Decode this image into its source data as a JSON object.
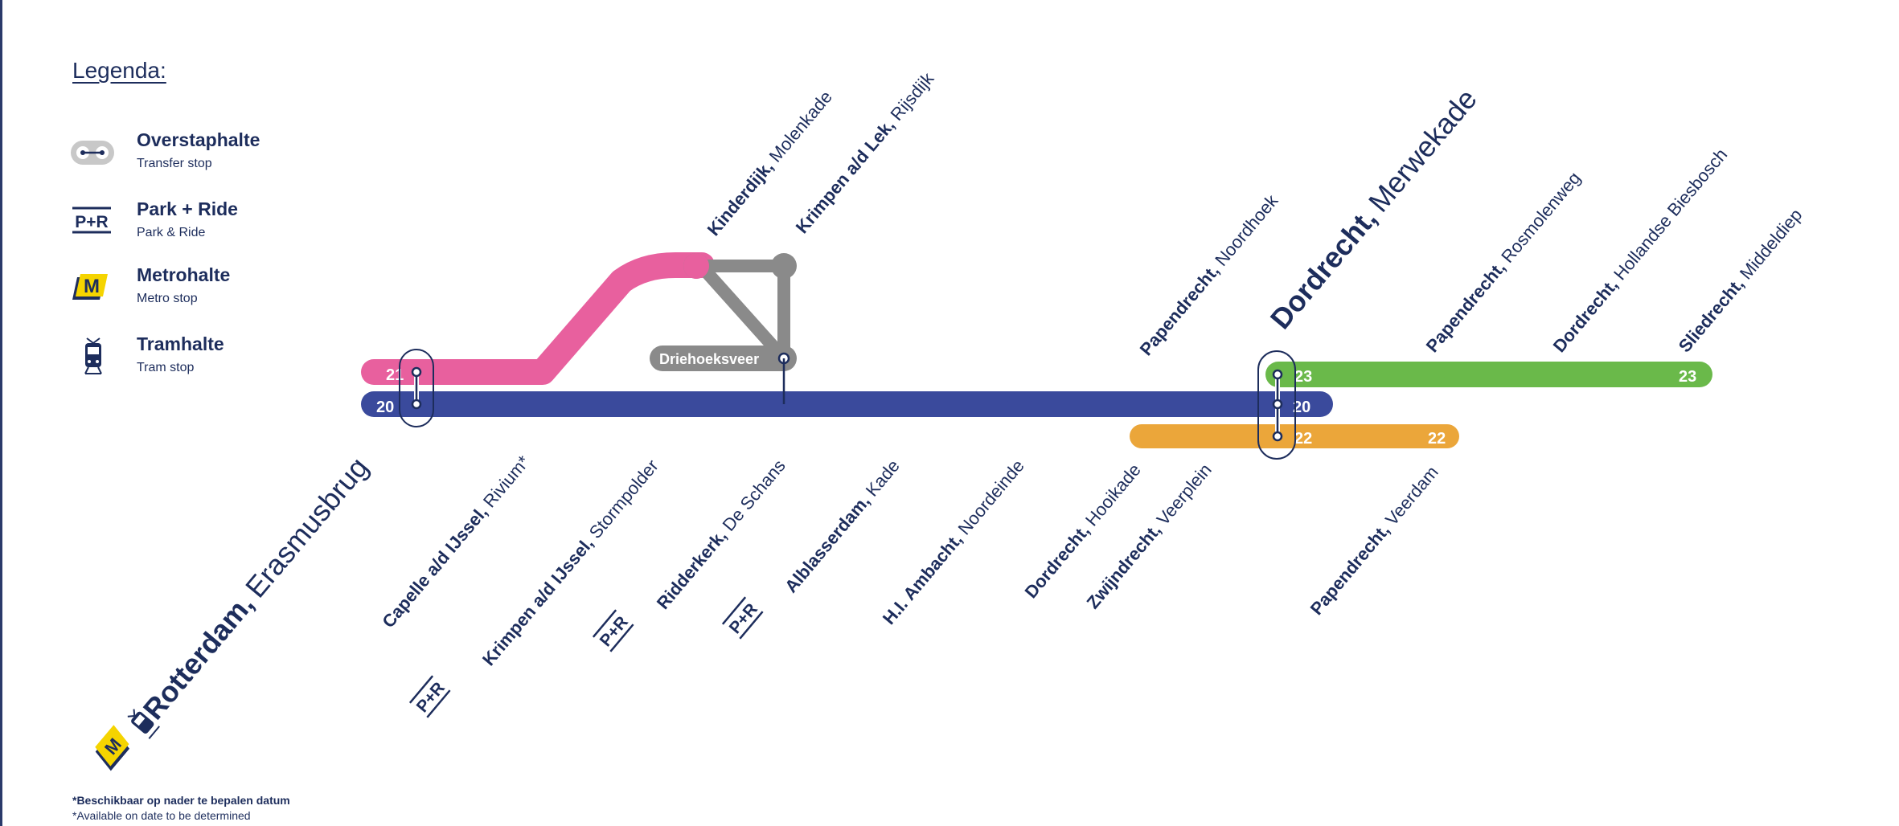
{
  "legend": {
    "title": "Legenda:",
    "items": [
      {
        "nl": "Overstaphalte",
        "en": "Transfer stop",
        "icon": "transfer-stop-icon"
      },
      {
        "nl": "Park + Ride",
        "en": "Park & Ride",
        "icon": "park-ride-icon"
      },
      {
        "nl": "Metrohalte",
        "en": "Metro stop",
        "icon": "metro-icon"
      },
      {
        "nl": "Tramhalte",
        "en": "Tram stop",
        "icon": "tram-icon"
      }
    ]
  },
  "pr_badge": "P+R",
  "metro_letter": "M",
  "colors": {
    "navy": "#1d2d5c",
    "line20": "#3a4a9c",
    "line21": "#e8609e",
    "line22": "#eba63a",
    "line23": "#6ab94a",
    "ferry": "#8a8a8a",
    "metro": "#f5d400",
    "transfer_grey": "#c8c8c8"
  },
  "lines": {
    "l20": "20",
    "l21": "21",
    "l22": "22",
    "l23": "23"
  },
  "driehoeksveer": "Driehoeksveer",
  "stations": {
    "rotterdam": {
      "place": "Rotterdam,",
      "stop": "Erasmusbrug"
    },
    "capelle": {
      "place": "Capelle a/d IJssel,",
      "stop": "Rivium*"
    },
    "krimpen_stormpolder": {
      "place": "Krimpen a/d IJssel,",
      "stop": "Stormpolder"
    },
    "ridderkerk": {
      "place": "Ridderkerk,",
      "stop": "De Schans"
    },
    "alblasserdam": {
      "place": "Alblasserdam,",
      "stop": "Kade"
    },
    "hi_ambacht": {
      "place": "H.I. Ambacht,",
      "stop": "Noordeinde"
    },
    "dordrecht_hooikade": {
      "place": "Dordrecht,",
      "stop": "Hooikade"
    },
    "zwijndrecht": {
      "place": "Zwijndrecht,",
      "stop": "Veerplein"
    },
    "papendrecht_veerdam": {
      "place": "Papendrecht,",
      "stop": "Veerdam"
    },
    "kinderdijk": {
      "place": "Kinderdijk,",
      "stop": "Molenkade"
    },
    "krimpen_lek": {
      "place": "Krimpen a/d Lek,",
      "stop": "Rijsdijk"
    },
    "papendrecht_noordhoek": {
      "place": "Papendrecht,",
      "stop": "Noordhoek"
    },
    "dordrecht_merwekade": {
      "place": "Dordrecht,",
      "stop": "Merwekade"
    },
    "papendrecht_rosmolenweg": {
      "place": "Papendrecht,",
      "stop": "Rosmolenweg"
    },
    "dordrecht_biesbosch": {
      "place": "Dordrecht,",
      "stop": "Hollandse Biesbosch"
    },
    "sliedrecht": {
      "place": "Sliedrecht,",
      "stop": "Middeldiep"
    }
  },
  "footnote": {
    "nl": "*Beschikbaar op nader te bepalen datum",
    "en": "*Available on date to be determined"
  }
}
